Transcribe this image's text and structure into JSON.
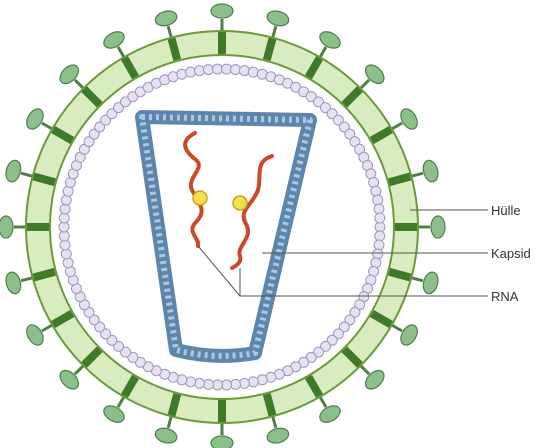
{
  "diagram": {
    "labels": {
      "envelope": "Hülle",
      "capsid": "Kapsid",
      "rna": "RNA"
    },
    "colors": {
      "background": "#ffffff",
      "envelope_fill": "#d8ecc0",
      "envelope_stroke": "#6a9a3c",
      "envelope_band": "#3f7a28",
      "spike_head_fill": "#8cc08a",
      "spike_head_stroke": "#4f7e4a",
      "spike_stem": "#4f7e4a",
      "matrix_bead_fill": "#e6e2f2",
      "matrix_bead_stroke": "#9d96bd",
      "capsid_fill": "#8fb4d2",
      "capsid_stroke": "#5e86aa",
      "rna_strand": "#c84a28",
      "enzyme_fill": "#f2df52",
      "enzyme_stroke": "#c9a51e",
      "leader_line": "#555555"
    },
    "icons": {
      "spike": "glycoprotein-spike-icon",
      "enzyme": "reverse-transcriptase-icon"
    }
  }
}
